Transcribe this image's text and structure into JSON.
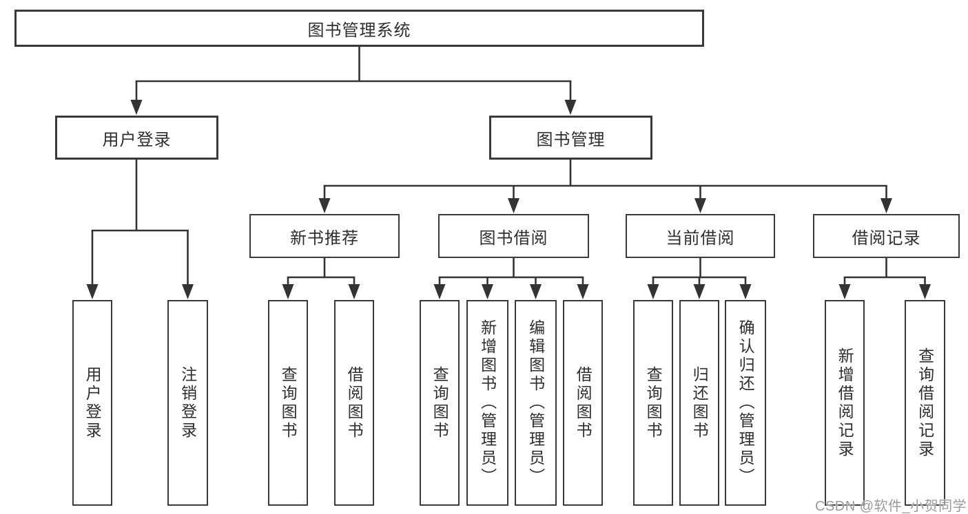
{
  "diagram": {
    "root": "图书管理系统",
    "level2": {
      "user_login": "用户登录",
      "book_management": "图书管理"
    },
    "level3": {
      "new_book_recommend": "新书推荐",
      "book_borrow": "图书借阅",
      "current_borrow": "当前借阅",
      "borrow_records": "借阅记录"
    },
    "leaves": {
      "user_login": "用户登录",
      "logout_login": "注销登录",
      "nb_query_book": "查询图书",
      "nb_borrow_book": "借阅图书",
      "bw_query_book": "查询图书",
      "bw_add_book": "新增图书（管理员）",
      "bw_edit_book": "编辑图书（管理员）",
      "bw_borrow_book": "借阅图书",
      "cur_query_book": "查询图书",
      "cur_return_book": "归还图书",
      "cur_confirm_return": "确认归还（管理员）",
      "rec_add_record": "新增借阅记录",
      "rec_query_record": "查询借阅记录"
    }
  },
  "watermark": "CSDN @软件_小贺同学",
  "colors": {
    "line": "#333333",
    "border": "#39393d",
    "text": "#2e2e32",
    "watermark": "#9b9b9f",
    "background": "#ffffff"
  }
}
